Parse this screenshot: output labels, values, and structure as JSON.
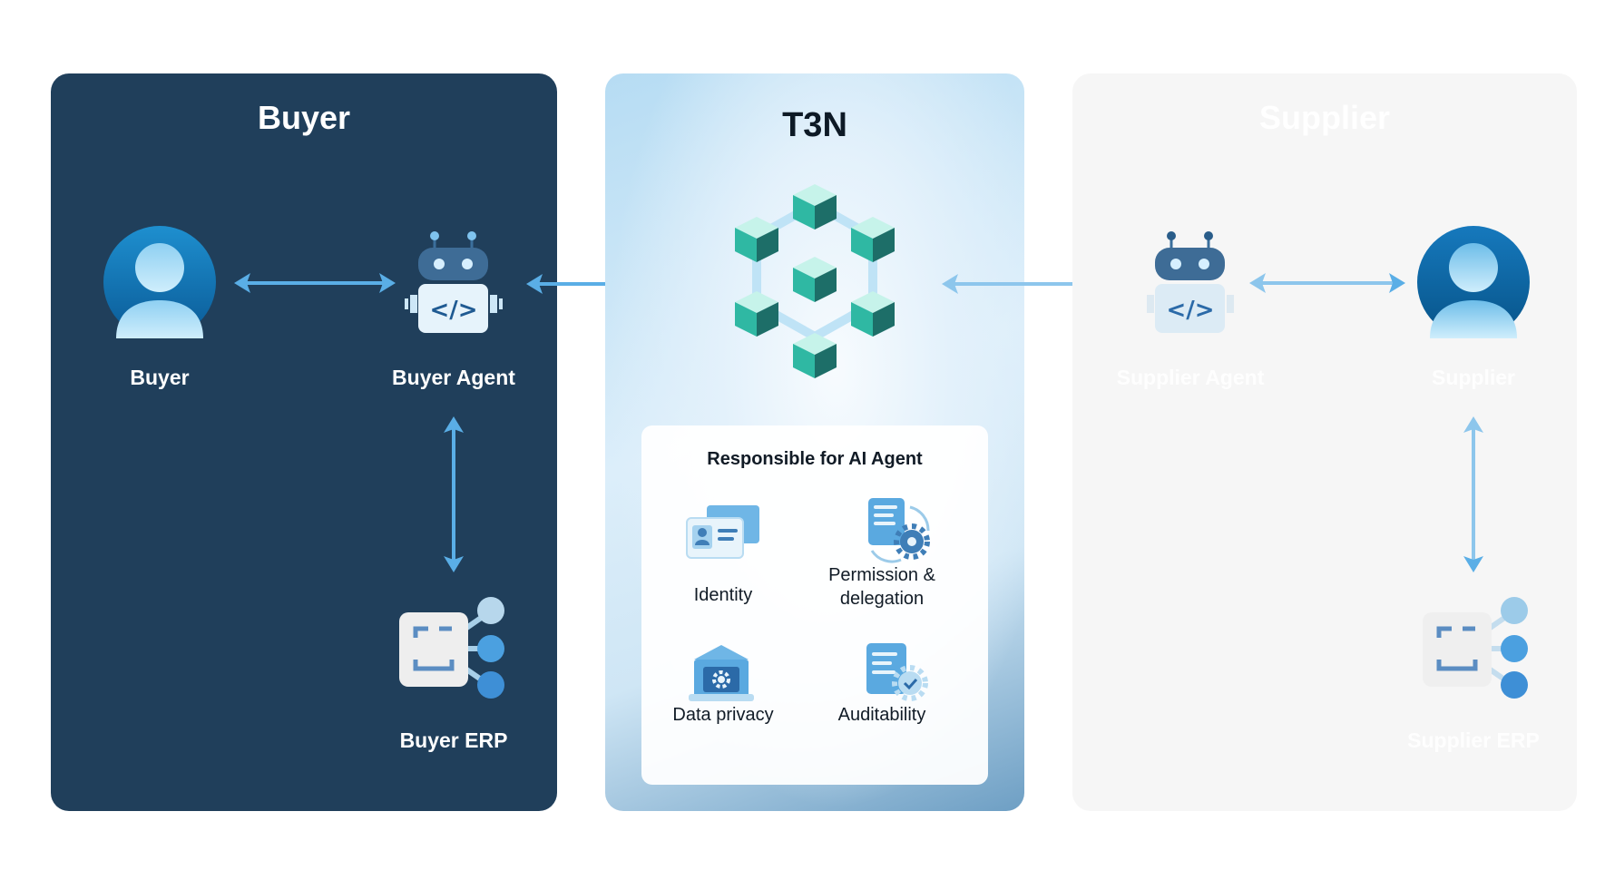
{
  "buyer": {
    "title": "Buyer",
    "person_label": "Buyer",
    "agent_label": "Buyer Agent",
    "erp_label": "Buyer ERP"
  },
  "t3n": {
    "title": "T3N",
    "card_title": "Responsible for AI Agent",
    "features": [
      {
        "label": "Identity",
        "icon": "id-card-icon"
      },
      {
        "label": "Permission & delegation",
        "icon": "document-gear-icon"
      },
      {
        "label": "Data privacy",
        "icon": "privacy-gear-icon"
      },
      {
        "label": "Auditability",
        "icon": "audit-document-icon"
      }
    ]
  },
  "supplier": {
    "title": "Supplier",
    "person_label": "Supplier",
    "agent_label": "Supplier Agent",
    "erp_label": "Supplier ERP"
  },
  "colors": {
    "buyer_panel": "#203f5b",
    "arrow": "#5aaee6",
    "teal_cube": "#2fb8a3"
  }
}
